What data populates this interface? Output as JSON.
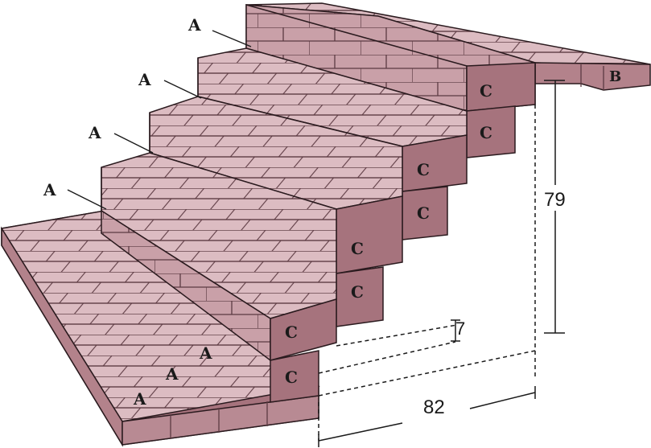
{
  "colors": {
    "brick_face": "#c9a0a8",
    "brick_top": "#dcbcc2",
    "brick_side": "#a6737d",
    "mortar": "#5c3a42",
    "outline": "#2a1a1e"
  },
  "labels": {
    "a": "A",
    "b": "B",
    "c": "C"
  },
  "dimensions": {
    "height": "79",
    "width": "82",
    "step": "7"
  }
}
